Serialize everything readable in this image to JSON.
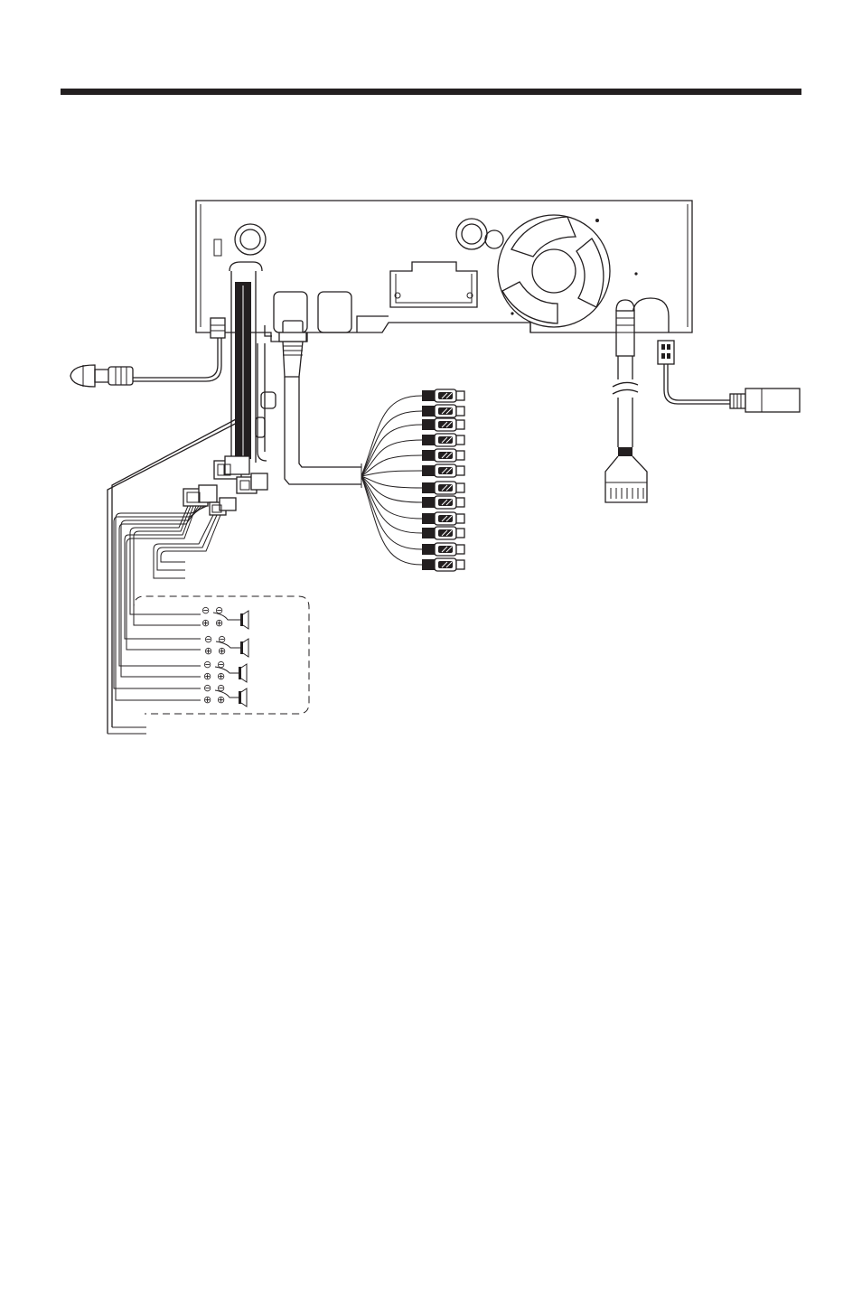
{
  "header": {
    "rule_color": "#231f20"
  },
  "diagram": {
    "line_color": "#231f20",
    "background": "#ffffff",
    "speaker_terminals": [
      {
        "minus": "⊖",
        "plus": "⊕"
      },
      {
        "minus": "⊖",
        "plus": "⊕"
      },
      {
        "minus": "⊖",
        "plus": "⊕"
      },
      {
        "minus": "⊖",
        "plus": "⊕"
      }
    ],
    "rca_plug_count": 12,
    "components": [
      "head-unit-rear-chassis",
      "cooling-fan",
      "gps-antenna",
      "main-wiring-harness",
      "wire-harness-connectors",
      "rca-output-cable",
      "multi-pin-interface-cable",
      "aux-cable",
      "speaker-connections"
    ]
  }
}
